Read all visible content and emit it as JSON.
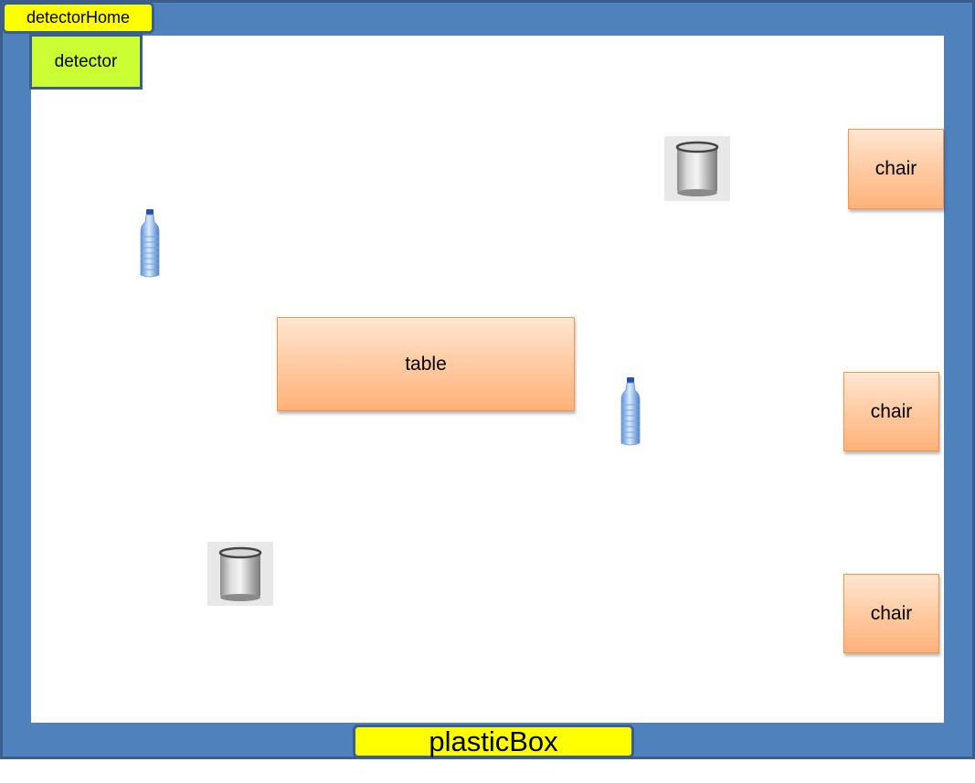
{
  "labels": {
    "detector_home": "detectorHome",
    "detector": "detector",
    "plastic_box": "plasticBox"
  },
  "furniture": {
    "table": "table",
    "chair_1": "chair",
    "chair_2": "chair",
    "chair_3": "chair"
  },
  "colors": {
    "room": "#4f81bd",
    "label": "#ffff00",
    "detector": "#ccff33",
    "furniture_border": "#f79646"
  }
}
